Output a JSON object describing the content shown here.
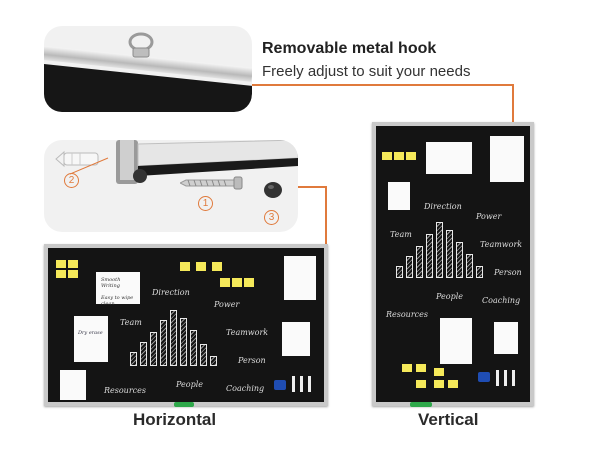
{
  "feature": {
    "title": "Removable metal hook",
    "subtitle": "Freely adjust to suit your needs"
  },
  "hardware": {
    "callouts": [
      "2",
      "1",
      "3"
    ]
  },
  "board_labels": {
    "paper_heading": "Smooth Writing",
    "paper_line": "Easy to wipe clean",
    "sticky_heading": "Dry erase"
  },
  "words": [
    "Direction",
    "Power",
    "Team",
    "Teamwork",
    "Person",
    "Resources",
    "People",
    "Coaching"
  ],
  "captions": {
    "horizontal": "Horizontal",
    "vertical": "Vertical"
  },
  "colors": {
    "accent": "#e07a3c",
    "board": "#141414",
    "frame": "#c9c9c9",
    "note": "#f5e95a"
  }
}
